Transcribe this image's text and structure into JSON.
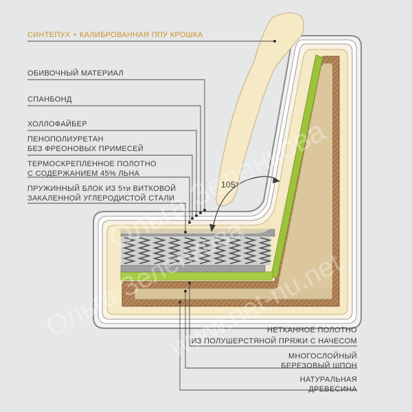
{
  "labels": {
    "top": "СИНТЕПУХ + КАЛИБРОВАННАЯ ППУ КРОШКА",
    "upholstery": "ОБИВОЧНЫЙ МАТЕРИАЛ",
    "spunbond": "СПАНБОНД",
    "hollofiber": "ХОЛЛОФАЙБЕР",
    "ppu_line1": "ПЕНОПОЛИУРЕТАН",
    "ppu_line2": "БЕЗ ФРЕОНОВЫХ ПРИМЕСЕЙ",
    "thermo_line1": "ТЕРМОСКРЕПЛЕННОЕ ПОЛОТНО",
    "thermo_line2": "С СОДЕРЖАНИЕМ 45% ЛЬНА",
    "spring_line1": "ПРУЖИННЫЙ БЛОК ИЗ 5ти ВИТКОВОЙ",
    "spring_line2": "ЗАКАЛЕННОЙ УГЛЕРОДИСТОЙ СТАЛИ",
    "nonwoven_line1": "НЕТКАННОЕ ПОЛОТНО",
    "nonwoven_line2": "ИЗ ПОЛУШЕРСТЯНОЙ ПРЯЖИ С НАЧЕСОМ",
    "veneer_line1": "МНОГОСЛОЙНЫЙ",
    "veneer_line2": "БЕРЕЗОВЫЙ ШПОН",
    "wood_line1": "НАТУРАЛЬНАЯ",
    "wood_line2": "ДРЕВЕСИНА"
  },
  "angle": "105°",
  "watermark": {
    "line1": "Ольга Зеленкова",
    "line2": "www.net-nu.net"
  },
  "colors": {
    "background": "#e6e7e8",
    "gold_label": "#c8962a",
    "green_layer": "#9dc33b",
    "cushion": "#f6e9c6",
    "wood": "#ad7d52",
    "inner_board": "#d8c49b",
    "spring_mesh": "#9e9e9e"
  }
}
